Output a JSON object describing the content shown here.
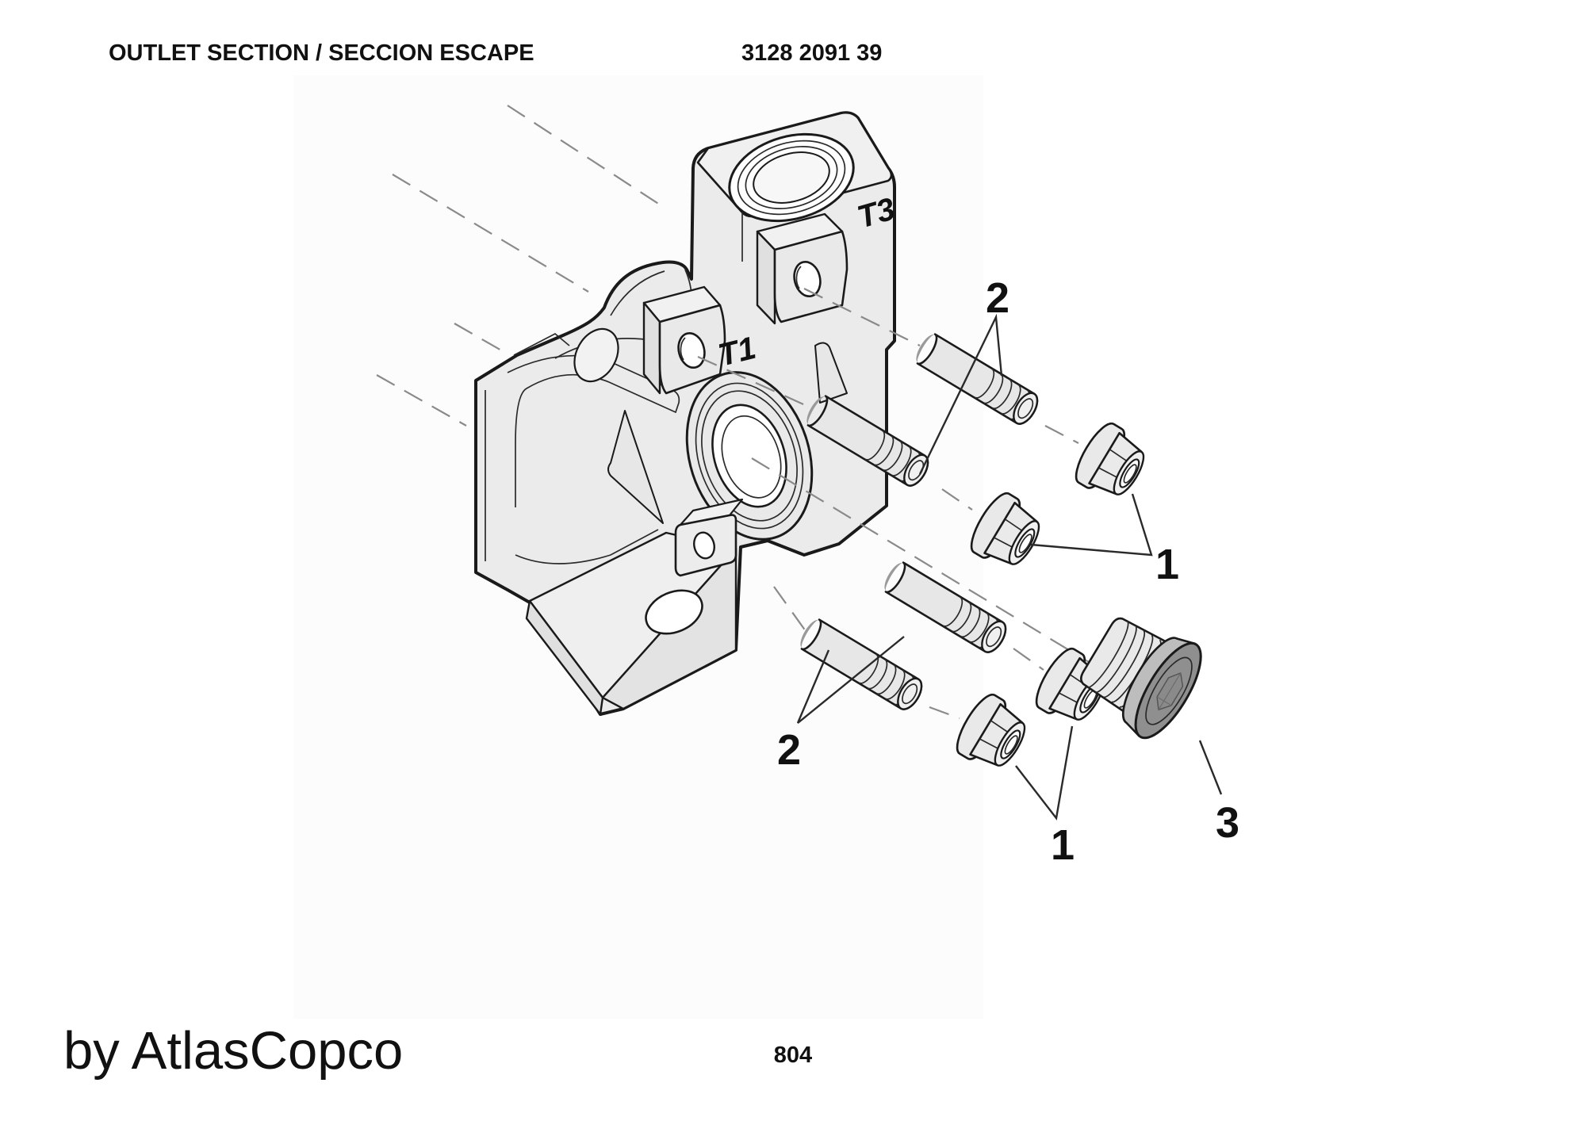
{
  "header": {
    "title": "OUTLET SECTION / SECCION ESCAPE",
    "part_number": "3128 2091 39"
  },
  "diagram": {
    "port_labels": [
      {
        "text": "T3"
      },
      {
        "text": "T1"
      }
    ],
    "callouts": [
      {
        "text": "2"
      },
      {
        "text": "1"
      },
      {
        "text": "2"
      },
      {
        "text": "1"
      },
      {
        "text": "3"
      }
    ]
  },
  "footer": {
    "brand": "by AtlasCopco",
    "page_number": "804"
  },
  "colors": {
    "outline": "#1a1a1a",
    "body_fill": "#ebebeb",
    "face_light": "#f0f0f0",
    "face_shade": "#e0e0e0",
    "hole_fill": "#ffffff",
    "dashed_line": "#8a8a8a",
    "plug_face": "#8f8f8f",
    "stud_cap": "#9a9a9a"
  }
}
